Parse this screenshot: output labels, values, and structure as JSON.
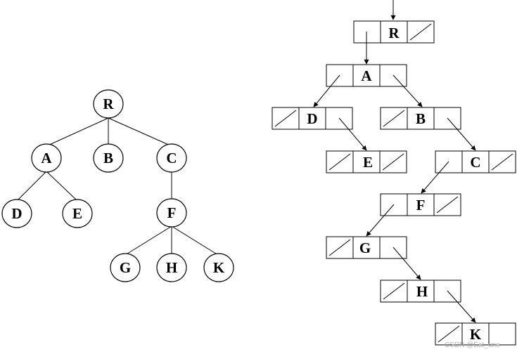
{
  "tree": {
    "nodes": [
      "R",
      "A",
      "B",
      "C",
      "D",
      "E",
      "F",
      "G",
      "H",
      "K"
    ]
  },
  "binary_tree": {
    "nodes": [
      "R",
      "A",
      "D",
      "B",
      "E",
      "C",
      "F",
      "G",
      "H",
      "K"
    ]
  },
  "watermark": "CSDN @Eat_one"
}
